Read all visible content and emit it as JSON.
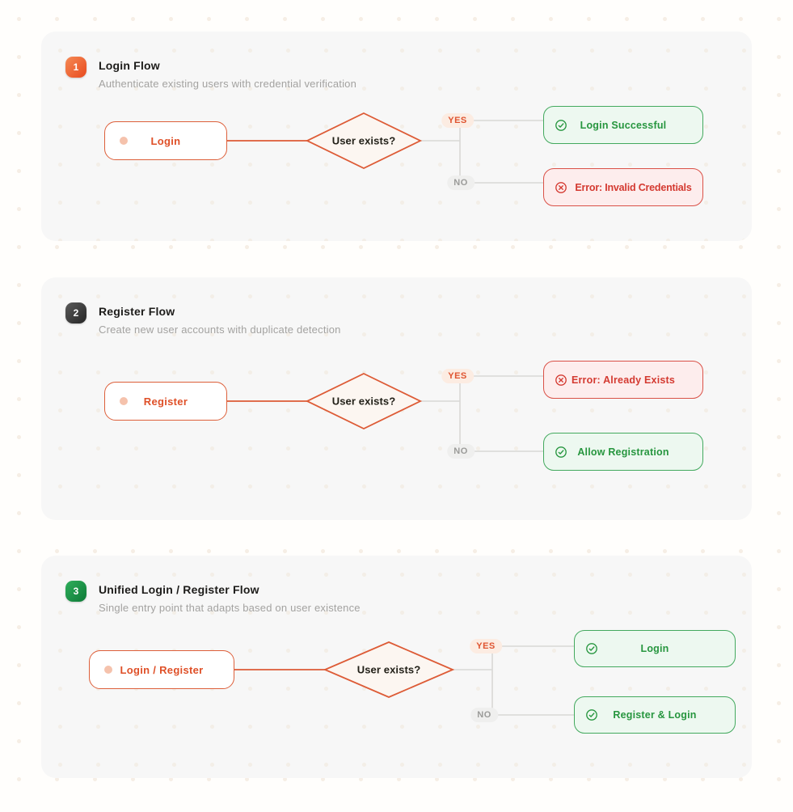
{
  "flows": [
    {
      "number": "1",
      "title": "Login Flow",
      "subtitle": "Authenticate existing users with credential verification",
      "start_label": "Login",
      "decision_label": "User exists?",
      "yes_tag": "YES",
      "no_tag": "NO",
      "yes_outcome": {
        "label": "Login Successful",
        "status": "success"
      },
      "no_outcome": {
        "label": "Error: Invalid Credentials",
        "status": "error"
      }
    },
    {
      "number": "2",
      "title": "Register Flow",
      "subtitle": "Create new user accounts with duplicate detection",
      "start_label": "Register",
      "decision_label": "User exists?",
      "yes_tag": "YES",
      "no_tag": "NO",
      "yes_outcome": {
        "label": "Error: Already Exists",
        "status": "error"
      },
      "no_outcome": {
        "label": "Allow Registration",
        "status": "success"
      }
    },
    {
      "number": "3",
      "title": "Unified Login / Register Flow",
      "subtitle": "Single entry point that adapts based on user existence",
      "start_label": "Login / Register",
      "decision_label": "User exists?",
      "yes_tag": "YES",
      "no_tag": "NO",
      "yes_outcome": {
        "label": "Login",
        "status": "success"
      },
      "no_outcome": {
        "label": "Register & Login",
        "status": "success"
      }
    }
  ],
  "colors": {
    "accent_orange": "#dd5b36",
    "success_green": "#27963f",
    "error_red": "#d43a31",
    "connector_gray": "#d9d8d6",
    "card_background": "#f7f7f7"
  }
}
